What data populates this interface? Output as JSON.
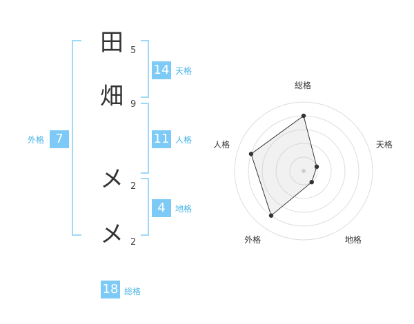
{
  "characters": [
    {
      "char": "田",
      "strokes": "5"
    },
    {
      "char": "畑",
      "strokes": "9"
    },
    {
      "char": "メ",
      "strokes": "2"
    },
    {
      "char": "メ",
      "strokes": "2"
    }
  ],
  "kaku": {
    "tenkaku": {
      "value": "14",
      "label": "天格"
    },
    "jinkaku": {
      "value": "11",
      "label": "人格"
    },
    "chikaku": {
      "value": "4",
      "label": "地格"
    },
    "gaikaku": {
      "value": "7",
      "label": "外格"
    },
    "soukaku": {
      "value": "18",
      "label": "総格"
    }
  },
  "radar": {
    "axes": [
      "総格",
      "天格",
      "地格",
      "外格",
      "人格"
    ],
    "levels": 5,
    "values": [
      4.0,
      1.0,
      1.0,
      4.0,
      4.0
    ],
    "max": 5
  },
  "colors": {
    "accent": "#7dcaf6",
    "label": "#48b4e8",
    "bracket": "#9fd8f8"
  }
}
